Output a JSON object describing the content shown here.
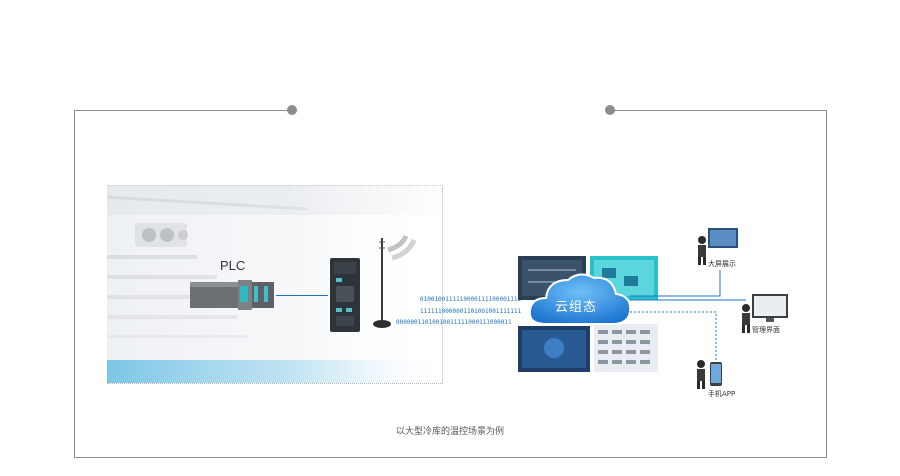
{
  "plc": {
    "label": "PLC"
  },
  "bitstream": {
    "line1": "0100100111110000111100001111",
    "line2": "1111110000001101001001111111",
    "line3": "00000011010010011111000111000011"
  },
  "cloud": {
    "label": "云组态"
  },
  "devices": [
    {
      "label": "大屏展示",
      "icon": "presenter-screen-icon"
    },
    {
      "label": "管理界面",
      "icon": "desktop-monitor-icon"
    },
    {
      "label": "手机APP",
      "icon": "mobile-phone-icon"
    }
  ],
  "caption": "以大型冷库的温控场景为例",
  "colors": {
    "accent": "#1b73c6",
    "frame": "#8c8c8c",
    "cloud": "#2f8be0"
  }
}
